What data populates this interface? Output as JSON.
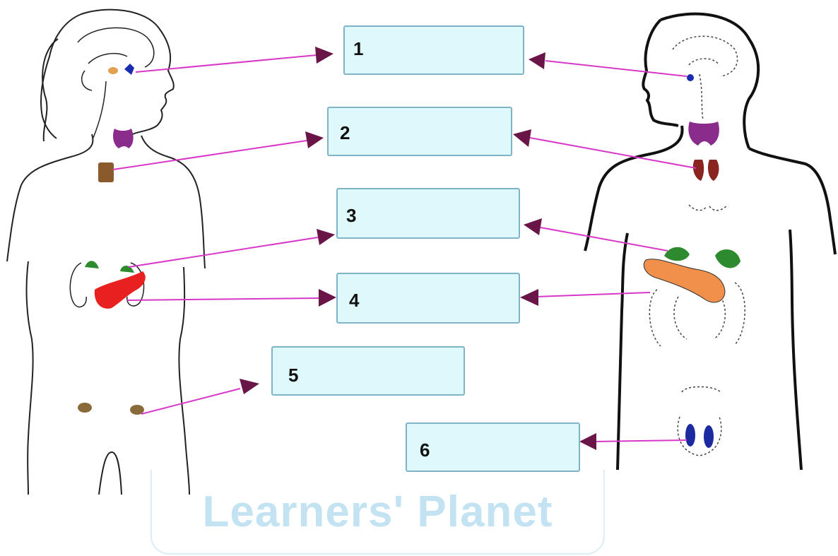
{
  "labels": [
    {
      "number": "1",
      "answer": ""
    },
    {
      "number": "2",
      "answer": ""
    },
    {
      "number": "3",
      "answer": ""
    },
    {
      "number": "4",
      "answer": ""
    },
    {
      "number": "5",
      "answer": ""
    },
    {
      "number": "6",
      "answer": ""
    }
  ],
  "watermark": "Learners' Planet",
  "colors": {
    "box_fill": "#dff8fb",
    "box_border": "#7fb3c8",
    "arrow": "#d838c8",
    "arrowhead": "#6a1548",
    "pituitary": "#1c2cb0",
    "thyroid": "#8a2c8c",
    "parathyroid": "#8a5a2c",
    "adrenal": "#2e8a2e",
    "pancreas_female": "#e82020",
    "pancreas_male": "#f0904a",
    "ovary": "#8a6a3a",
    "testis": "#1c2ca0"
  }
}
